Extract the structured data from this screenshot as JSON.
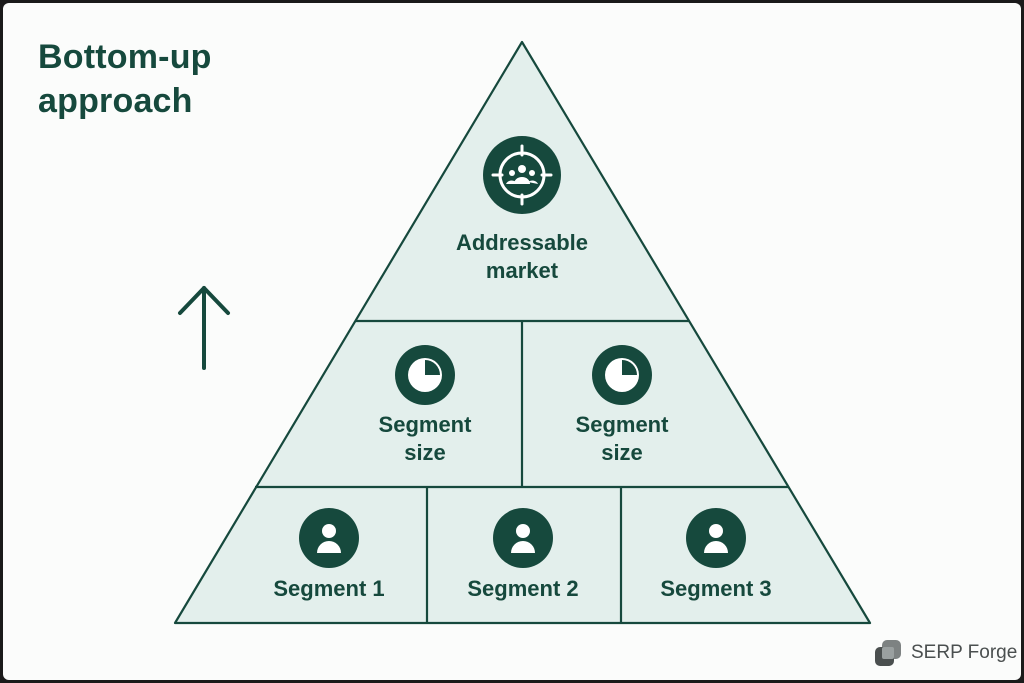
{
  "title": "Bottom-up\napproach",
  "diagram": {
    "top": {
      "label": "Addressable\nmarket",
      "icon": "target-group-icon"
    },
    "middle": [
      {
        "label": "Segment\nsize",
        "icon": "pie-chart-icon"
      },
      {
        "label": "Segment\nsize",
        "icon": "pie-chart-icon"
      }
    ],
    "bottom": [
      {
        "label": "Segment 1",
        "icon": "person-icon"
      },
      {
        "label": "Segment 2",
        "icon": "person-icon"
      },
      {
        "label": "Segment 3",
        "icon": "person-icon"
      }
    ],
    "direction_icon": "arrow-up-icon"
  },
  "brand": {
    "name": "SERP Forge",
    "icon": "serp-forge-logo"
  },
  "colors": {
    "primary": "#16493d",
    "fill": "#e3efec",
    "background": "#fbfcfb",
    "brand_text": "#4a4f4f"
  }
}
